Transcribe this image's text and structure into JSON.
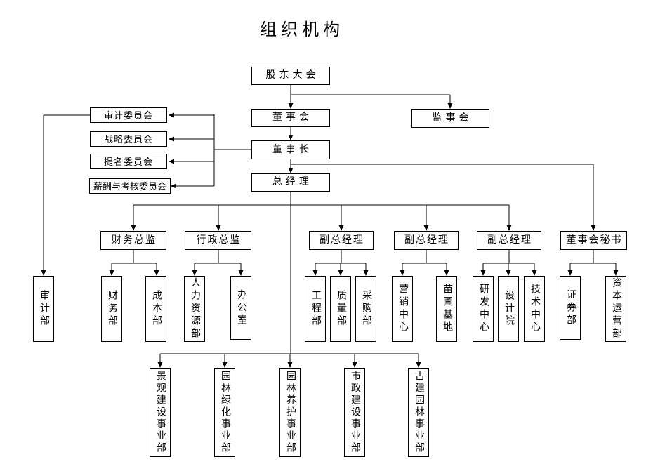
{
  "title": "组织机构",
  "colors": {
    "line": "#000000",
    "box_border": "#000000",
    "background": "#ffffff",
    "text": "#000000"
  },
  "nodes": {
    "shareholders": "股东大会",
    "board": "董事会",
    "supervisory": "监事会",
    "chairman": "董事长",
    "gm": "总经理",
    "audit_committee": "审计委员会",
    "strategy_committee": "战略委员会",
    "nomination_committee": "提名委员会",
    "remuneration_committee": "薪酬与考核委员会",
    "cfo": "财务总监",
    "admin_director": "行政总监",
    "deputy_gm_1": "副总经理",
    "deputy_gm_2": "副总经理",
    "deputy_gm_3": "副总经理",
    "board_secretary": "董事会秘书",
    "audit_dept": "审计部",
    "finance_dept": "财务部",
    "cost_dept": "成本部",
    "hr_dept": "人力资源部",
    "office": "办公室",
    "engineering_dept": "工程部",
    "quality_dept": "质量部",
    "procurement_dept": "采购部",
    "marketing_center": "营销中心",
    "nursery_base": "苗圃基地",
    "rd_center": "研发中心",
    "design_institute": "设计院",
    "tech_center": "技术中心",
    "securities_dept": "证券部",
    "capital_ops_dept": "资本运营部",
    "landscape_div": "景观建设事业部",
    "greening_div": "园林绿化事业部",
    "maintenance_div": "园林养护事业部",
    "municipal_div": "市政建设事业部",
    "ancient_div": "古建园林事业部"
  }
}
